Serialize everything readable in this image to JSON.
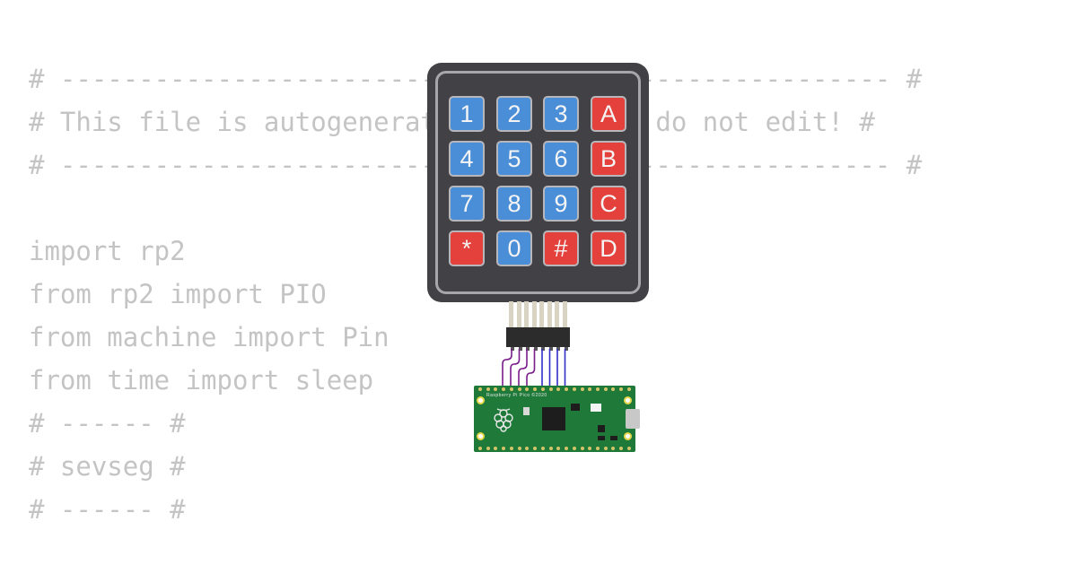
{
  "code": {
    "lines": [
      "# ----------------------------------------------------- #",
      "# This file is autogenerated by pioasm; do not edit! #",
      "# ----------------------------------------------------- #",
      "",
      "import rp2",
      "from rp2 import PIO",
      "from machine import Pin",
      "from time import sleep",
      "# ------ #",
      "# sevseg #",
      "# ------ #"
    ]
  },
  "keypad": {
    "rows": [
      [
        {
          "label": "1",
          "color": "blue"
        },
        {
          "label": "2",
          "color": "blue"
        },
        {
          "label": "3",
          "color": "blue"
        },
        {
          "label": "A",
          "color": "red"
        }
      ],
      [
        {
          "label": "4",
          "color": "blue"
        },
        {
          "label": "5",
          "color": "blue"
        },
        {
          "label": "6",
          "color": "blue"
        },
        {
          "label": "B",
          "color": "red"
        }
      ],
      [
        {
          "label": "7",
          "color": "blue"
        },
        {
          "label": "8",
          "color": "blue"
        },
        {
          "label": "9",
          "color": "blue"
        },
        {
          "label": "C",
          "color": "red"
        }
      ],
      [
        {
          "label": "*",
          "color": "red"
        },
        {
          "label": "0",
          "color": "blue"
        },
        {
          "label": "#",
          "color": "red"
        },
        {
          "label": "D",
          "color": "red"
        }
      ]
    ]
  },
  "pico": {
    "silkscreen": "Raspberry Pi Pico ©2020",
    "logo_icon": "raspberry-pi-logo-icon"
  },
  "colors": {
    "key_blue": "#4a8ed8",
    "key_red": "#e4413c",
    "keypad_body": "#424246",
    "wire_purple": "#7a1d8c",
    "wire_blue": "#2f2fc8",
    "pcb_green": "#1f7a3a"
  }
}
